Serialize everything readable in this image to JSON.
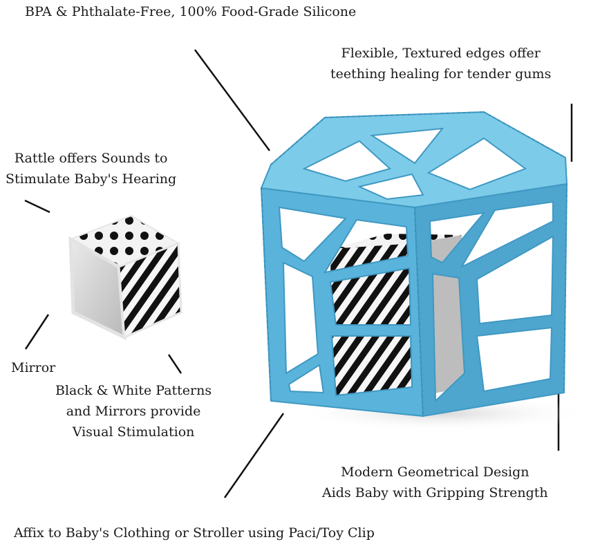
{
  "callouts": {
    "material": "BPA & Phthalate-Free, 100% Food-Grade Silicone",
    "edges": [
      "Flexible, Textured edges offer",
      "teething healing for tender gums"
    ],
    "rattle": [
      "Rattle offers Sounds to",
      "Stimulate Baby's Hearing"
    ],
    "mirror": "Mirror",
    "patterns": [
      "Black & White Patterns",
      "and Mirrors provide",
      "Visual Stimulation"
    ],
    "design": [
      "Modern Geometrical Design",
      "Aids Baby with Gripping Strength"
    ],
    "clip": "Affix to Baby's Clothing or Stroller using Paci/Toy Clip"
  },
  "colors": {
    "cube_blue": "#5ab3da",
    "cube_blue_dark": "#3f98c2",
    "cube_blue_light": "#7ccbe9",
    "pattern_black": "#111111",
    "mirror_grey": "#cfcfcf"
  }
}
